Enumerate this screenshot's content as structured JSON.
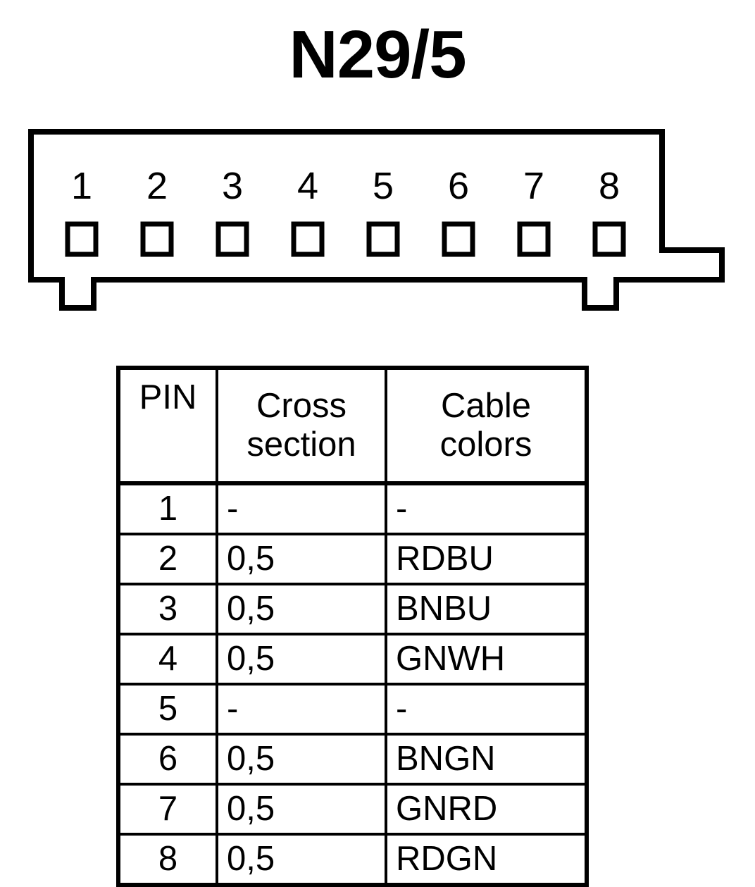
{
  "title": "N29/5",
  "connector": {
    "name": "8-pin connector outline",
    "pin_count": 8,
    "pin_labels": [
      "1",
      "2",
      "3",
      "4",
      "5",
      "6",
      "7",
      "8"
    ],
    "stroke_color": "#000000",
    "fill_color": "#ffffff"
  },
  "table": {
    "headers": {
      "pin": "PIN",
      "cross_line1": "Cross",
      "cross_line2": "section",
      "color_line1": "Cable",
      "color_line2": "colors"
    },
    "rows": [
      {
        "pin": "1",
        "cross_section": "-",
        "cable_colors": "-"
      },
      {
        "pin": "2",
        "cross_section": "0,5",
        "cable_colors": "RDBU"
      },
      {
        "pin": "3",
        "cross_section": "0,5",
        "cable_colors": "BNBU"
      },
      {
        "pin": "4",
        "cross_section": "0,5",
        "cable_colors": "GNWH"
      },
      {
        "pin": "5",
        "cross_section": "-",
        "cable_colors": "-"
      },
      {
        "pin": "6",
        "cross_section": "0,5",
        "cable_colors": "BNGN"
      },
      {
        "pin": "7",
        "cross_section": "0,5",
        "cable_colors": "GNRD"
      },
      {
        "pin": "8",
        "cross_section": "0,5",
        "cable_colors": "RDGN"
      }
    ]
  }
}
